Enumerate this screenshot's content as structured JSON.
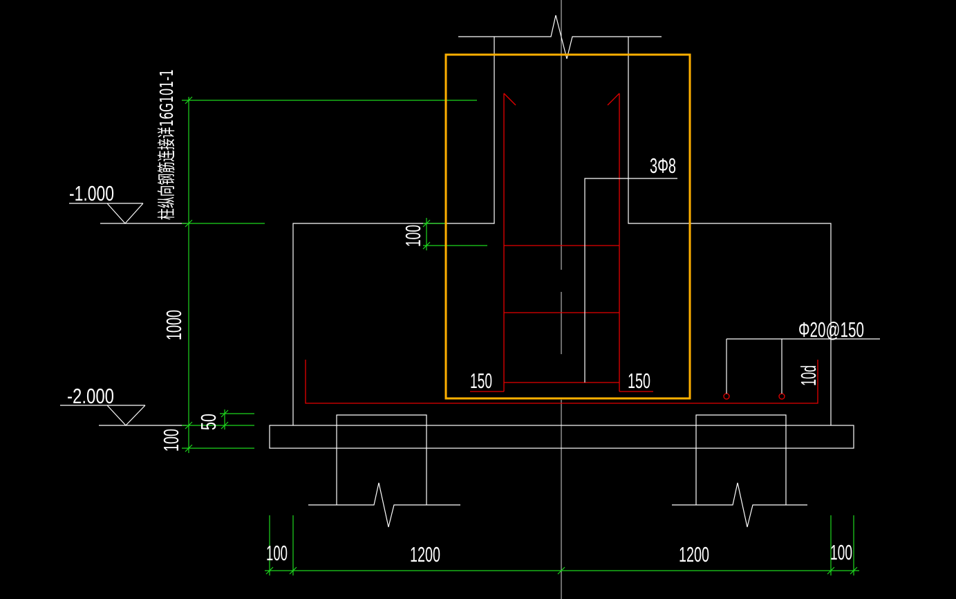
{
  "drawing": {
    "elevation_top": "-1.000",
    "elevation_bottom": "-2.000",
    "column_note": "柱纵向钢筋连接详16G101-1",
    "rebar_column_stirrup": "3Φ8",
    "rebar_bottom_mesh": "Φ20@150",
    "anchorage_length": "10d"
  },
  "dimensions": {
    "cap_height": "1000",
    "stirrup_offset": "100",
    "cover_bottom": "50",
    "cushion_thickness": "100",
    "bend_left": "150",
    "bend_right": "150",
    "edge_left": "100",
    "span_left": "1200",
    "span_right": "1200",
    "edge_right": "100"
  },
  "colors": {
    "background": "#000000",
    "outline": "#ffffff",
    "dimension": "#1ed81e",
    "rebar": "#e60000",
    "highlight": "#ffb000",
    "text": "#ffffff"
  }
}
